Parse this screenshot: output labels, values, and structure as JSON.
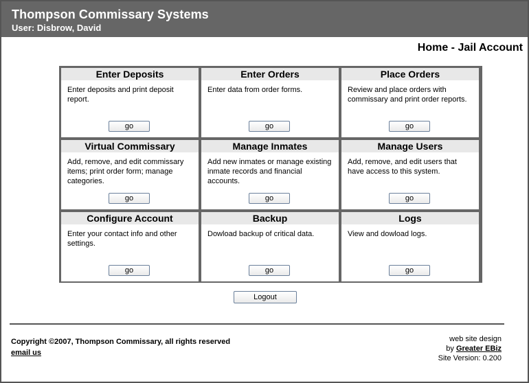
{
  "header": {
    "title": "Thompson Commissary Systems",
    "user": "User: Disbrow, David",
    "background": "#666666"
  },
  "page_title": "Home - Jail Account",
  "cards": [
    {
      "title": "Enter Deposits",
      "desc": "Enter deposits and print deposit report.",
      "button": "go"
    },
    {
      "title": "Enter Orders",
      "desc": "Enter data from order forms.",
      "button": "go"
    },
    {
      "title": "Place Orders",
      "desc": "Review and place orders with commissary and print order reports.",
      "button": "go"
    },
    {
      "title": "Virtual Commissary",
      "desc": "Add, remove, and edit commissary items; print order form; manage categories.",
      "button": "go"
    },
    {
      "title": "Manage Inmates",
      "desc": "Add new inmates or manage existing inmate records and financial accounts.",
      "button": "go"
    },
    {
      "title": "Manage Users",
      "desc": "Add, remove, and edit users that have access to this system.",
      "button": "go"
    },
    {
      "title": "Configure Account",
      "desc": "Enter your contact info and other settings.",
      "button": "go"
    },
    {
      "title": "Backup",
      "desc": "Dowload backup of critical data.",
      "button": "go"
    },
    {
      "title": "Logs",
      "desc": "View and dowload logs.",
      "button": "go"
    }
  ],
  "logout_label": "Logout",
  "footer": {
    "copyright": "Copyright ©2007, Thompson Commissary, all rights reserved",
    "email": "email us",
    "design_line": "web site design",
    "by_prefix": "by ",
    "by_link": "Greater EBiz",
    "version": "Site Version: 0.200"
  }
}
